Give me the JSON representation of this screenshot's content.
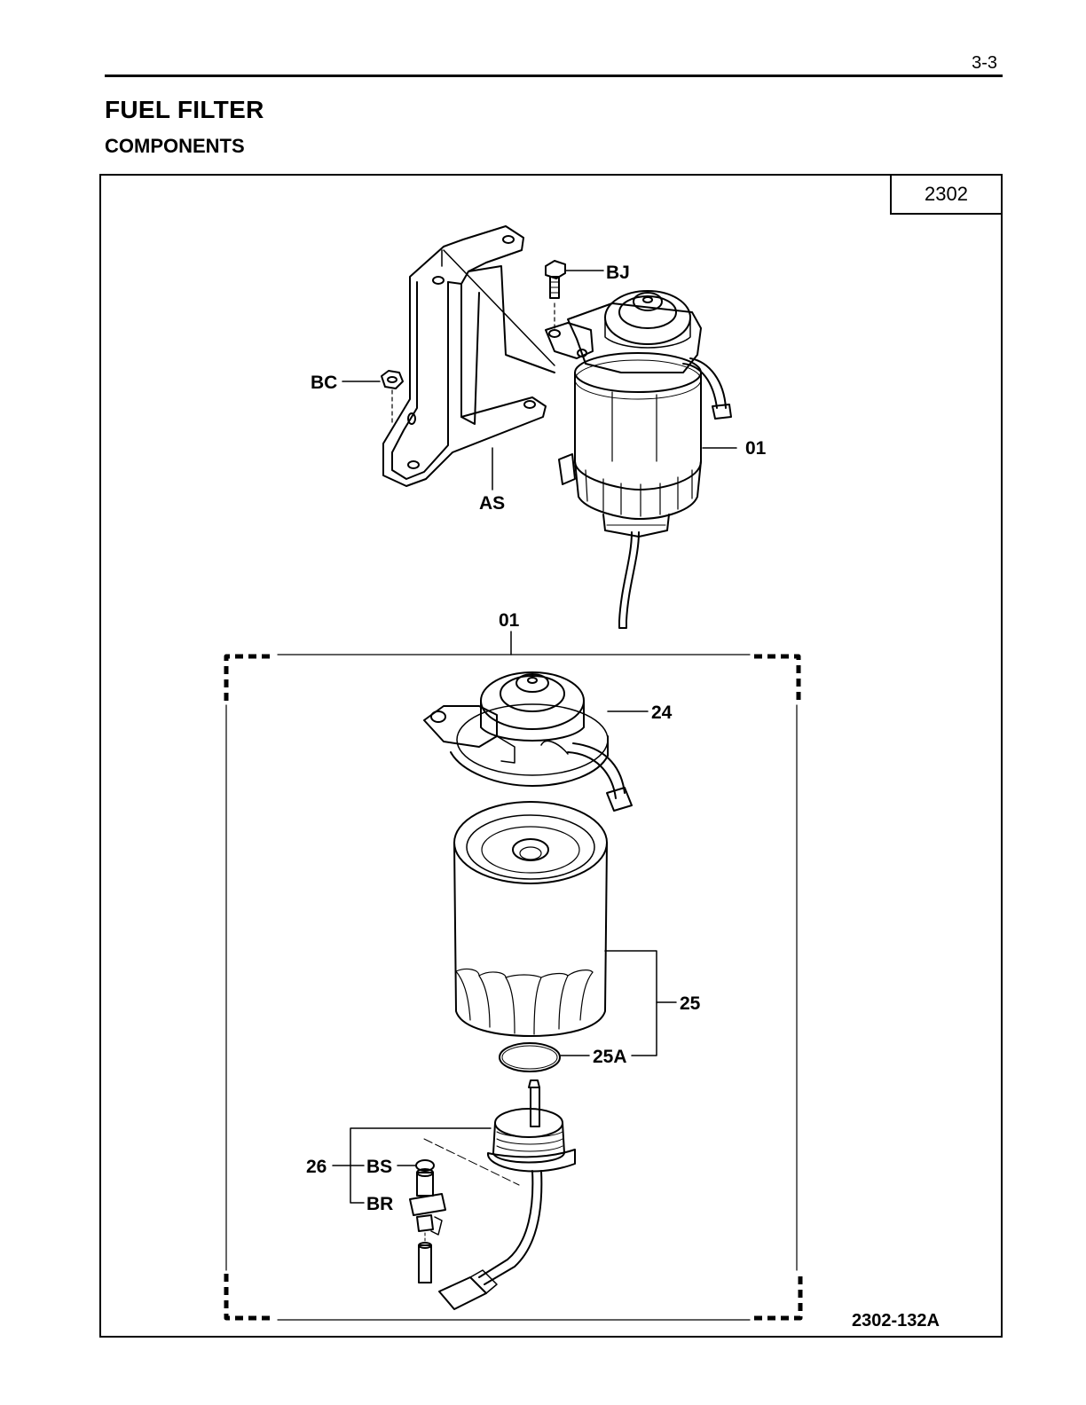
{
  "page": {
    "number": "3-3"
  },
  "header": {
    "title": "FUEL FILTER",
    "subtitle": "COMPONENTS"
  },
  "figure": {
    "section": "2302",
    "code": "2302-132A",
    "callouts": {
      "bj": "BJ",
      "bc": "BC",
      "as": "AS",
      "p01_main": "01",
      "p01_group": "01",
      "p24": "24",
      "p25": "25",
      "p25a": "25A",
      "p26": "26",
      "bs": "BS",
      "br": "BR"
    }
  }
}
